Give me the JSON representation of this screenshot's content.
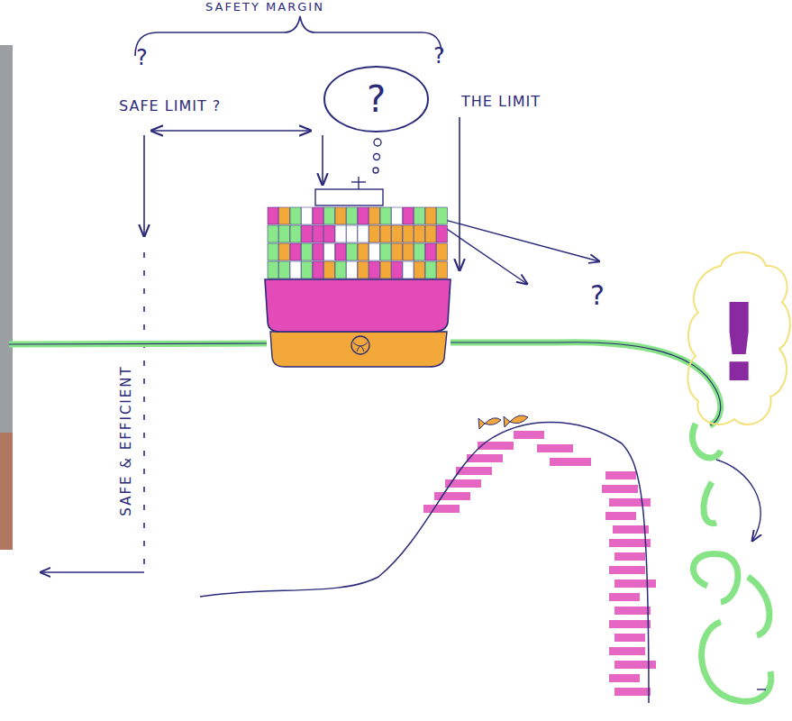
{
  "diagram": {
    "nodes": [
      {
        "text": [
          "?"
        ]
      },
      {
        "text": [
          "!"
        ]
      }
    ],
    "labels": [
      "SAFETY MARGIN",
      "?",
      "?",
      "SAFE LIMIT ?",
      "THE LIMIT",
      "?",
      "SAFE & EFFICIENT"
    ]
  }
}
